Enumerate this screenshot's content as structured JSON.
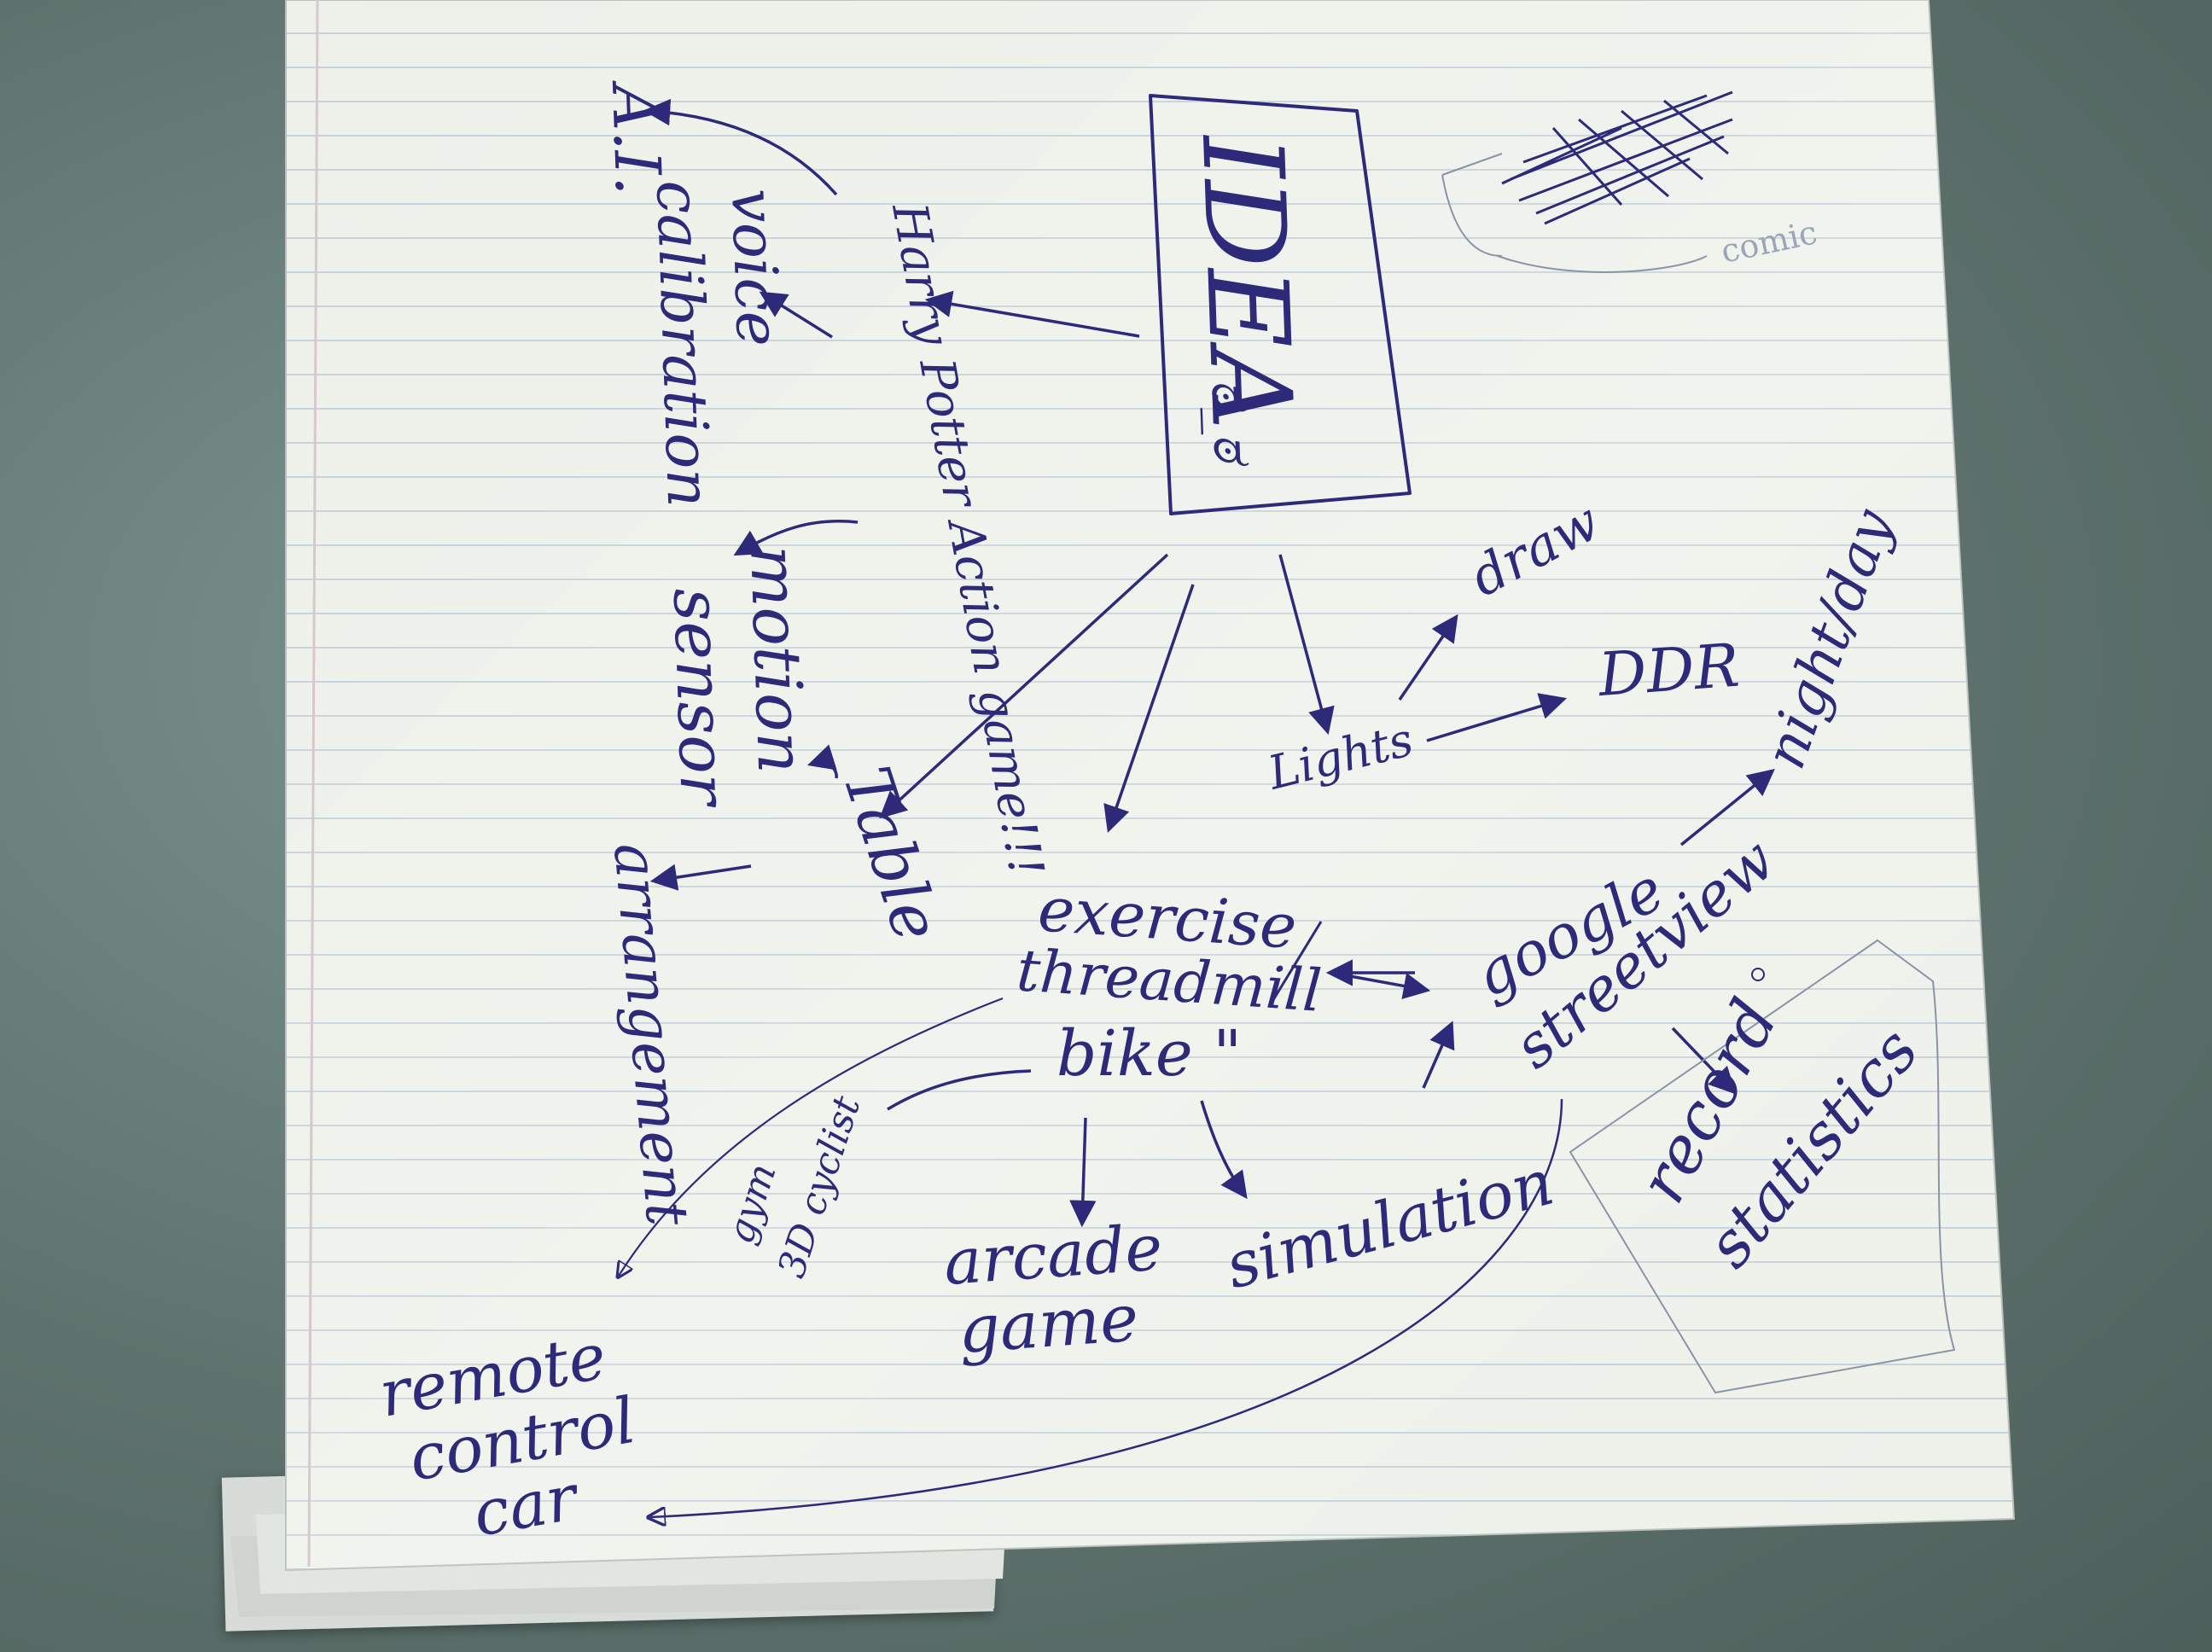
{
  "center": {
    "label": "IDEA",
    "face": "ಠ_ಠ"
  },
  "top_left": {
    "ai": "A.I.",
    "voice": "voice",
    "calibration": "calibration",
    "harry_potter": "Harry Potter Action game!!!",
    "motion": "motion",
    "sensor": "sensor",
    "arrangement": "arrangement",
    "table": "Table"
  },
  "middle": {
    "exercise": "exercise",
    "threadmill": "threadmill",
    "bike": "bike \"",
    "gym": "gym",
    "cyclist": "3D cyclist",
    "arcade": "arcade",
    "game": "game",
    "simulation": "simulation",
    "remote": "remote",
    "control": "control",
    "car": "car"
  },
  "right": {
    "lights": "Lights",
    "draw": "draw",
    "ddr": "DDR",
    "night_day": "night/day",
    "google": "google",
    "streetview": "streetview",
    "record": "record",
    "statistics": "statistics",
    "scribble_label": "comic"
  },
  "colors": {
    "ink": "#2d2a7a",
    "paper": "#eef1ea",
    "table": "#5e716c",
    "pencil": "#8a94a8"
  }
}
